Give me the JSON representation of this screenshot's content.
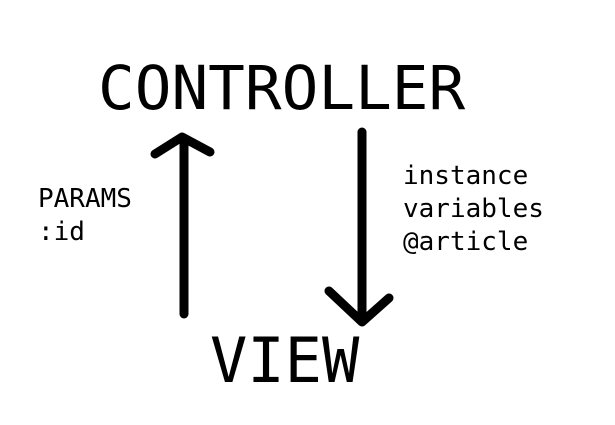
{
  "diagram": {
    "top_node": "CONTROLLER",
    "bottom_node": "VIEW",
    "left_label": [
      "PARAMS",
      ":id"
    ],
    "right_label": [
      "instance",
      "variables",
      "@article"
    ],
    "colors": {
      "ink": "#000000",
      "background": "#ffffff"
    }
  }
}
